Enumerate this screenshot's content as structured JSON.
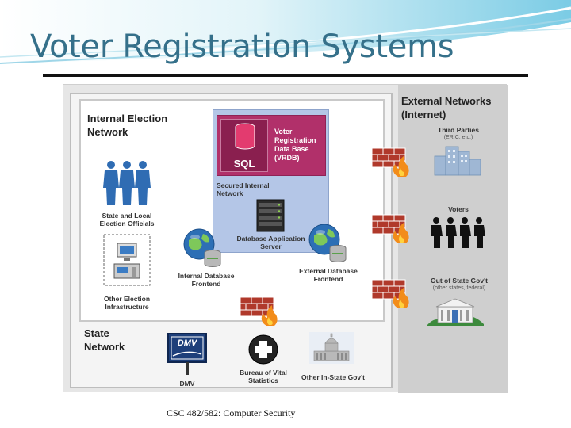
{
  "slide": {
    "title": "Voter Registration Systems",
    "footer": "CSC 482/582: Computer Security"
  },
  "diagram": {
    "internal_network": {
      "line1": "Internal Election",
      "line2": "Network"
    },
    "state_network": {
      "line1": "State",
      "line2": "Network"
    },
    "external_network": {
      "line1": "External Networks",
      "line2": "(Internet)"
    },
    "secured_network": {
      "line1": "Secured Internal",
      "line2": "Network"
    },
    "vrdb": {
      "sql": "SQL",
      "line1": "Voter",
      "line2": "Registration",
      "line3": "Data Base",
      "line4": "(VRDB)"
    },
    "officials": {
      "line1": "State and Local",
      "line2": "Election Officials"
    },
    "infrastructure": {
      "line1": "Other Election",
      "line2": "Infrastructure"
    },
    "app_server": {
      "line1": "Database Application",
      "line2": "Server"
    },
    "internal_frontend": {
      "line1": "Internal Database",
      "line2": "Frontend"
    },
    "external_frontend": {
      "line1": "External Database",
      "line2": "Frontend"
    },
    "dmv": {
      "logo": "DMV",
      "label": "DMV"
    },
    "vital": {
      "line1": "Bureau of Vital",
      "line2": "Statistics"
    },
    "in_state": {
      "label": "Other In-State Gov't"
    },
    "third_parties": {
      "line1": "Third Parties",
      "line2": "(ERIC, etc.)"
    },
    "voters": {
      "label": "Voters"
    },
    "out_of_state": {
      "line1": "Out of State Gov't",
      "line2": "(other states, federal)"
    }
  },
  "colors": {
    "title": "#35708a",
    "vrdb": "#b1306a",
    "secured": "#b4c6e7",
    "firewall": "#b0392b",
    "flame": "#f28c1a",
    "globe": "#2d6fb5"
  }
}
